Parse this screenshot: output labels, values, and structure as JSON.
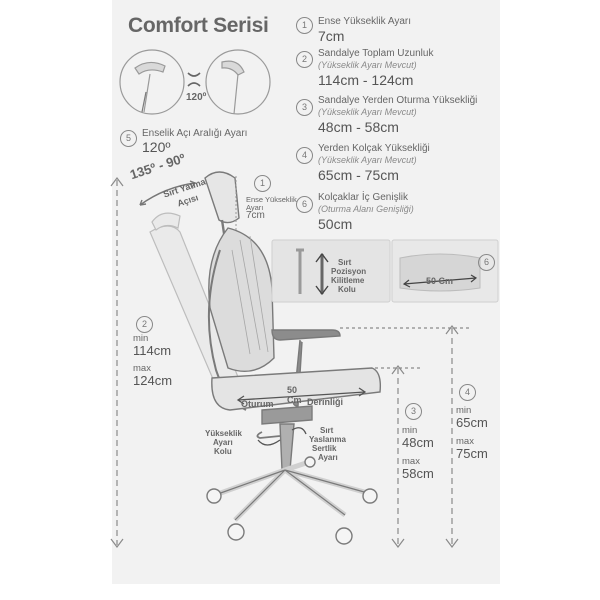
{
  "title": "Comfort Serisi",
  "specs": [
    {
      "num": "1",
      "label": "Ense Yükseklik Ayarı",
      "sub": "",
      "value": "7cm"
    },
    {
      "num": "2",
      "label": "Sandalye Toplam Uzunluk",
      "sub": "(Yükseklik Ayarı Mevcut)",
      "value": "114cm - 124cm"
    },
    {
      "num": "3",
      "label": "Sandalye Yerden Oturma Yüksekliği",
      "sub": "(Yükseklik Ayarı Mevcut)",
      "value": "48cm - 58cm"
    },
    {
      "num": "4",
      "label": "Yerden Kolçak Yüksekliği",
      "sub": "(Yükseklik Ayarı Mevcut)",
      "value": "65cm - 75cm"
    },
    {
      "num": "6",
      "label": "Kolçaklar İç Genişlik",
      "sub": "(Oturma Alanı Genişliği)",
      "value": "50cm"
    }
  ],
  "headrest": {
    "num": "5",
    "label": "Enselik Açı Aralığı Ayarı",
    "value": "120º",
    "angle_mark": "120º"
  },
  "recline": {
    "angle": "135º - 90º",
    "label_line1": "Sırt Yatma",
    "label_line2": "Açısı"
  },
  "neck_callout": {
    "num": "1",
    "line1": "Ense Yükseklik",
    "line2": "Ayarı",
    "value": "7cm"
  },
  "total_height": {
    "num": "2",
    "min_label": "min",
    "min_value": "114cm",
    "max_label": "max",
    "max_value": "124cm"
  },
  "seat_height": {
    "num": "3",
    "min_label": "min",
    "min_value": "48cm",
    "max_label": "max",
    "max_value": "58cm"
  },
  "arm_height": {
    "num": "4",
    "min_label": "min",
    "min_value": "65cm",
    "max_label": "max",
    "max_value": "75cm"
  },
  "seat_depth": {
    "left": "Oturum",
    "value_line1": "50",
    "value_line2": "Cm",
    "right": "Derinliği"
  },
  "back_lock": {
    "line1": "Sırt",
    "line2": "Pozisyon",
    "line3": "Kilitleme",
    "line4": "Kolu"
  },
  "seat_width": {
    "num": "6",
    "value": "50 Cm"
  },
  "height_lever": {
    "line1": "Yükseklik",
    "line2": "Ayarı",
    "line3": "Kolu"
  },
  "tension": {
    "line1": "Sırt",
    "line2": "Yaslanma",
    "line3": "Sertlik",
    "line4": "Ayarı"
  },
  "colors": {
    "panel": "#f2f2f2",
    "line": "#888888",
    "chair": "#7a7a7a",
    "arrow": "#8a8a8a"
  }
}
